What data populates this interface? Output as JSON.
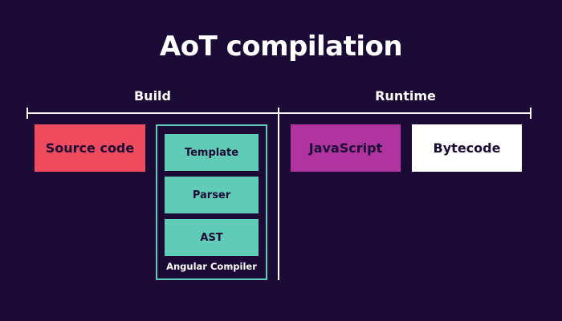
{
  "title": "AoT compilation",
  "phases": {
    "build": "Build",
    "runtime": "Runtime"
  },
  "boxes": {
    "source_code": "Source code",
    "javascript": "JavaScript",
    "bytecode": "Bytecode"
  },
  "compiler": {
    "label": "Angular Compiler",
    "steps": [
      "Template",
      "Parser",
      "AST"
    ]
  },
  "colors": {
    "background": "#1b0a36",
    "source_code": "#f04a5f",
    "compiler": "#60cbb6",
    "javascript": "#b0339f",
    "bytecode": "#ffffff"
  }
}
